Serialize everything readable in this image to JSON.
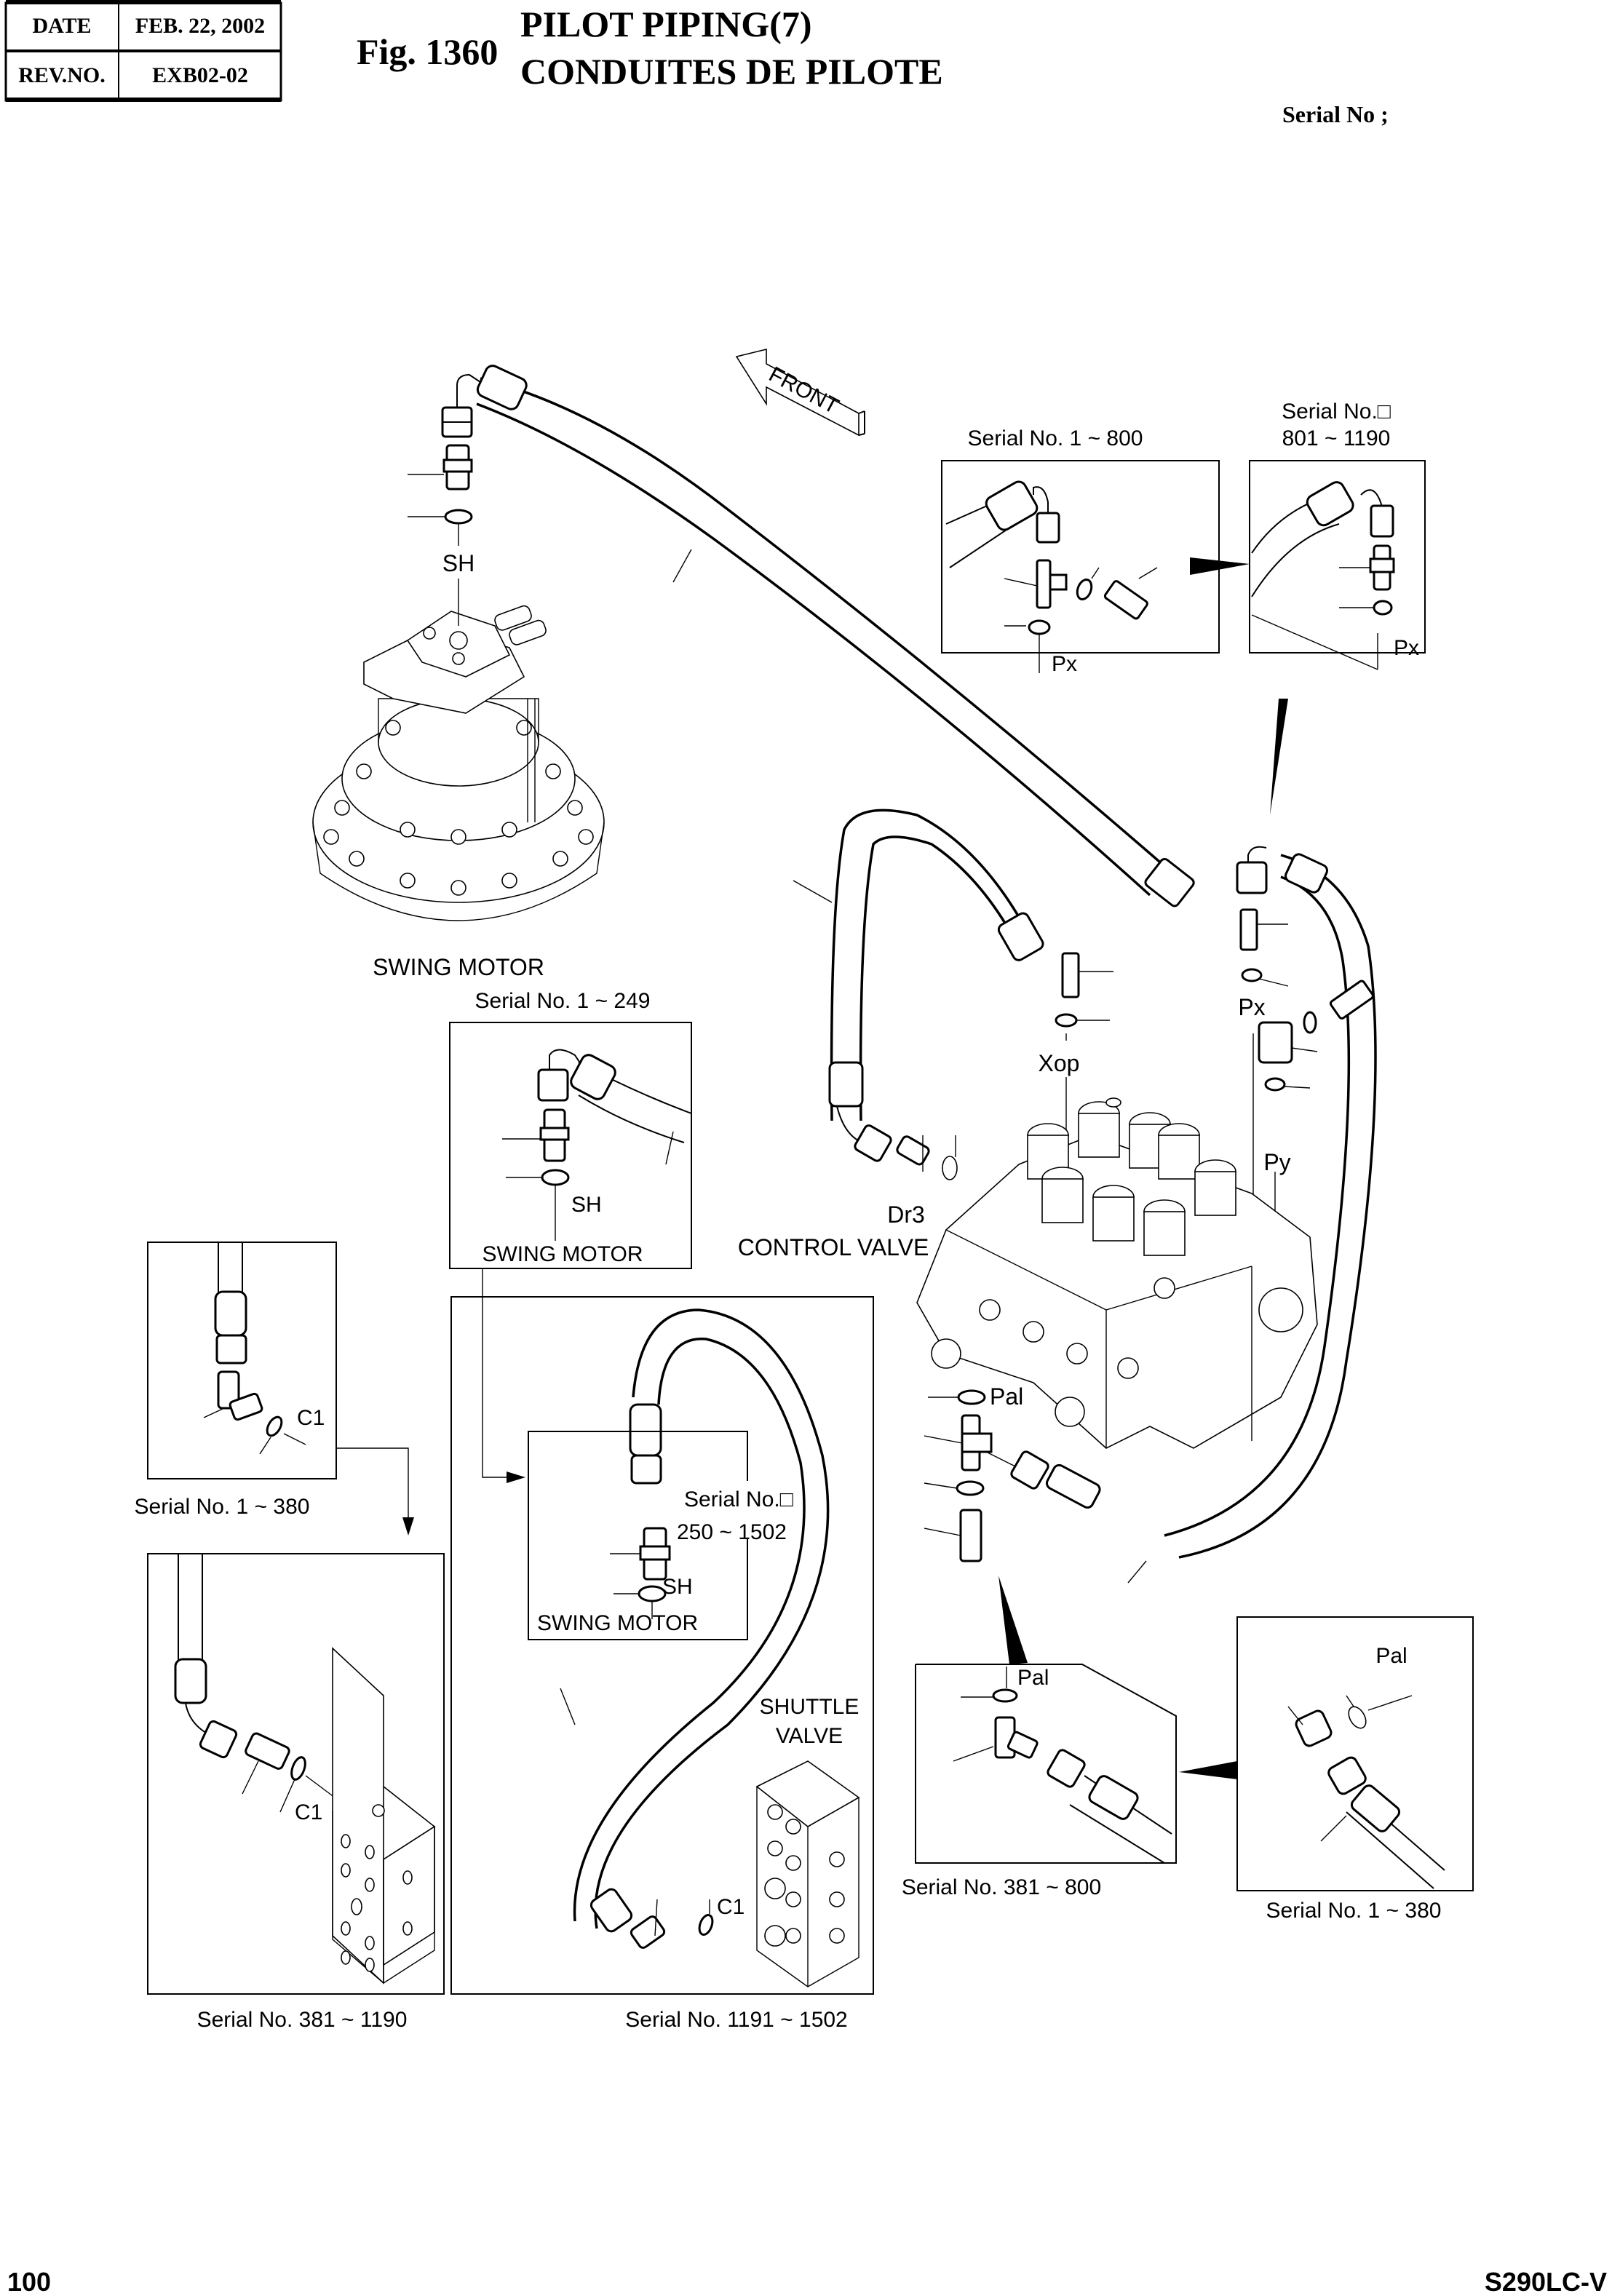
{
  "header": {
    "date_label": "DATE",
    "date_value": "FEB. 22, 2002",
    "rev_label": "REV.NO.",
    "rev_value": "EXB02-02",
    "fig_number": "Fig. 1360",
    "title_en": "PILOT PIPING(7)",
    "title_fr": "CONDUITES DE PILOTE",
    "serial_no": "Serial No ;"
  },
  "diagram": {
    "front_arrow": "FRONT",
    "main_labels": {
      "swing_motor": "SWING MOTOR",
      "control_valve": "CONTROL VALVE",
      "sh": "SH",
      "xop": "Xop",
      "px": "Px",
      "py": "Py",
      "dr3": "Dr3",
      "pal": "Pal"
    },
    "detail_boxes": [
      {
        "id": "px-1-800",
        "serial": "Serial No. 1 ~ 800",
        "port": "Px"
      },
      {
        "id": "px-801-1190",
        "serial_line1": "Serial No.□",
        "serial_line2": "801 ~ 1190",
        "port": "Px"
      },
      {
        "id": "sh-1-249",
        "serial": "Serial No. 1 ~ 249",
        "port": "SH",
        "component": "SWING MOTOR"
      },
      {
        "id": "c1-1-380",
        "serial": "Serial No. 1 ~ 380",
        "port": "C1"
      },
      {
        "id": "c1-381-1190",
        "serial": "Serial No. 381 ~ 1190",
        "port": "C1"
      },
      {
        "id": "c1-1191-1502",
        "serial": "Serial No. 1191 ~ 1502",
        "port": "C1",
        "component_line1": "SHUTTLE",
        "component_line2": "VALVE"
      },
      {
        "id": "sh-250-1502",
        "serial_line1": "Serial No.□",
        "serial_line2": "250 ~ 1502",
        "port": "SH",
        "component": "SWING MOTOR"
      },
      {
        "id": "pal-381-800",
        "serial": "Serial No. 381 ~ 800",
        "port": "Pal"
      },
      {
        "id": "pal-1-380",
        "serial": "Serial No. 1 ~ 380",
        "port": "Pal"
      }
    ]
  },
  "footer": {
    "page_number": "100",
    "model": "S290LC-V"
  }
}
